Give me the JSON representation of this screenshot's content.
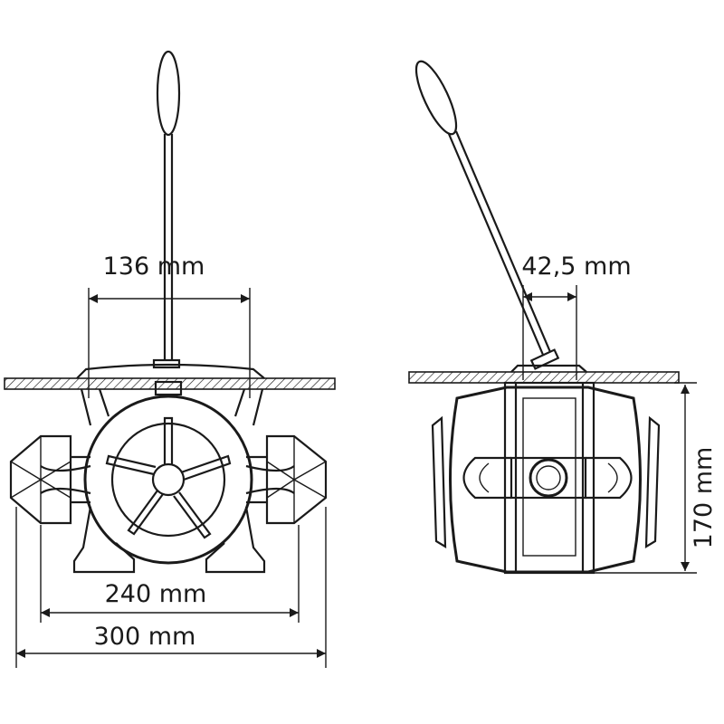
{
  "front_view": {
    "dim_handle_spacing": "136 mm",
    "dim_base_width": "240 mm",
    "dim_overall_width": "300 mm"
  },
  "side_view": {
    "dim_lever_offset": "42,5 mm",
    "dim_height": "170 mm"
  }
}
